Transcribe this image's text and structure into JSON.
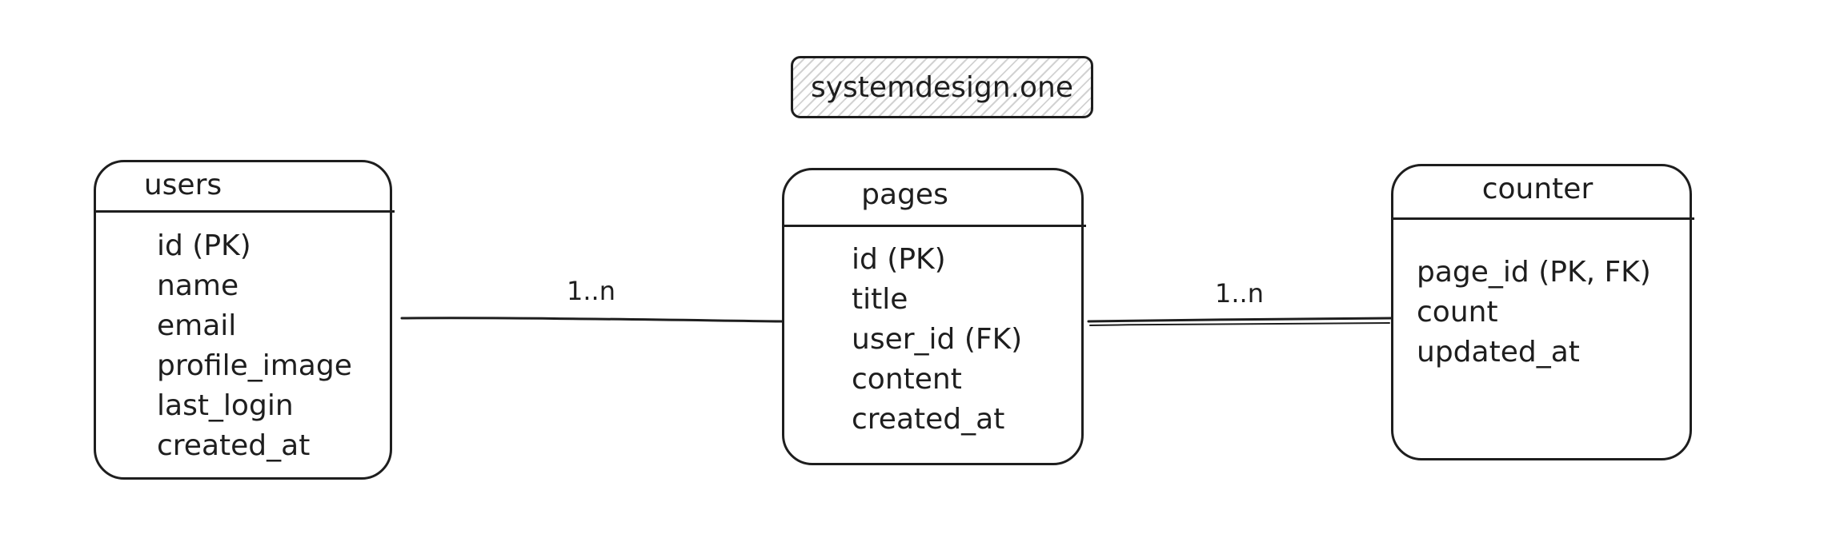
{
  "watermark": "systemdesign.one",
  "entities": [
    {
      "name": "users",
      "fields": [
        "id (PK)",
        "name",
        "email",
        "profile_image",
        "last_login",
        "created_at"
      ]
    },
    {
      "name": "pages",
      "fields": [
        "id (PK)",
        "title",
        "user_id (FK)",
        "content",
        "created_at"
      ]
    },
    {
      "name": "counter",
      "fields": [
        "page_id (PK, FK)",
        "count",
        "updated_at"
      ]
    }
  ],
  "relations": [
    {
      "from": "users",
      "to": "pages",
      "label": "1..n"
    },
    {
      "from": "pages",
      "to": "counter",
      "label": "1..n"
    }
  ],
  "colors": {
    "stroke": "#1e1e1e",
    "hatch": "#d2d2d2",
    "background": "#ffffff"
  }
}
